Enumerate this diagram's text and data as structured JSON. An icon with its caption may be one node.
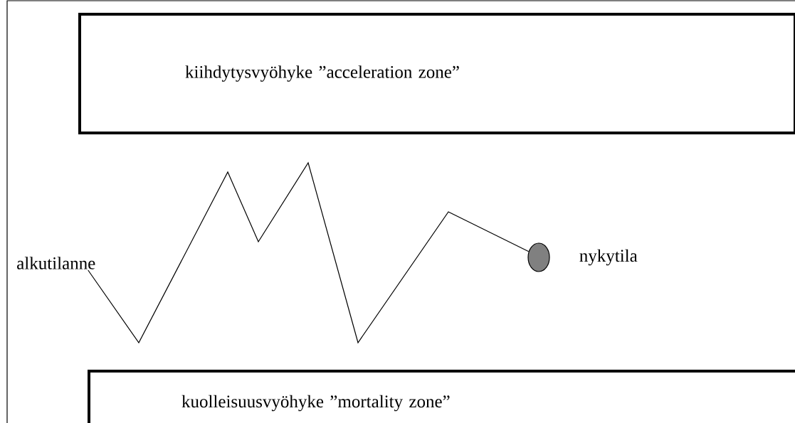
{
  "diagram": {
    "nodes": [
      {
        "text": [
          "kiihdytysvyöhyke ”acceleration zone”"
        ]
      },
      {
        "text": [
          "alkutilanne"
        ]
      },
      {
        "text": [],
        "shape": "circle",
        "beside": [
          "nykytila"
        ]
      },
      {
        "text": [
          "kuolleisuusvyöhyke ”mortality zone”"
        ]
      }
    ],
    "edges": [
      {
        "from": 1,
        "to": 2,
        "arrow": "none"
      }
    ]
  }
}
